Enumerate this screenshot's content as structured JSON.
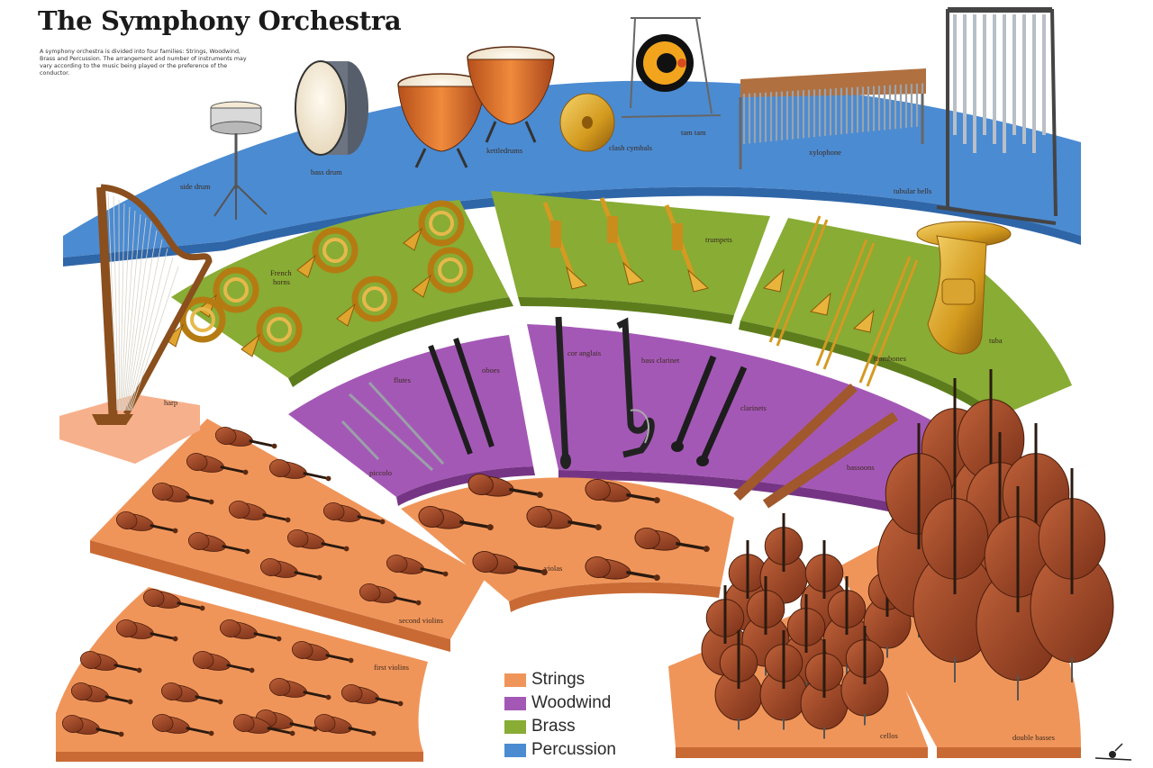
{
  "title": "The Symphony Orchestra",
  "intro": "A symphony orchestra is divided into four families: Strings, Woodwind, Brass and Percussion. The arrangement and number of instruments may vary according to the music being played or the preference of the conductor.",
  "colors": {
    "strings": "#f0955a",
    "woodwind": "#a458b6",
    "brass": "#88ac34",
    "percussion": "#4b8bd2"
  },
  "legend": [
    {
      "label": "Strings",
      "color": "#f0955a"
    },
    {
      "label": "Woodwind",
      "color": "#a458b6"
    },
    {
      "label": "Brass",
      "color": "#88ac34"
    },
    {
      "label": "Percussion",
      "color": "#4b8bd2"
    }
  ],
  "labels": {
    "side_drum": "side drum",
    "bass_drum": "bass drum",
    "kettledrums": "kettledrums",
    "clash_cymbals": "clash cymbals",
    "tam_tam": "tam tam",
    "xylophone": "xylophone",
    "tubular_bells": "tubular bells",
    "french_horns_1": "French",
    "french_horns_2": "horns",
    "trumpets": "trumpets",
    "trombones": "trombones",
    "tuba": "tuba",
    "harp": "harp",
    "flutes": "flutes",
    "oboes": "oboes",
    "piccolo": "piccolo",
    "cor_anglais": "cor anglais",
    "bass_clarinet": "bass clarinet",
    "clarinets": "clarinets",
    "bassoons": "bassoons",
    "second_violins": "second violins",
    "violas": "violas",
    "first_violins": "first violins",
    "cellos": "cellos",
    "double_basses": "double basses"
  }
}
